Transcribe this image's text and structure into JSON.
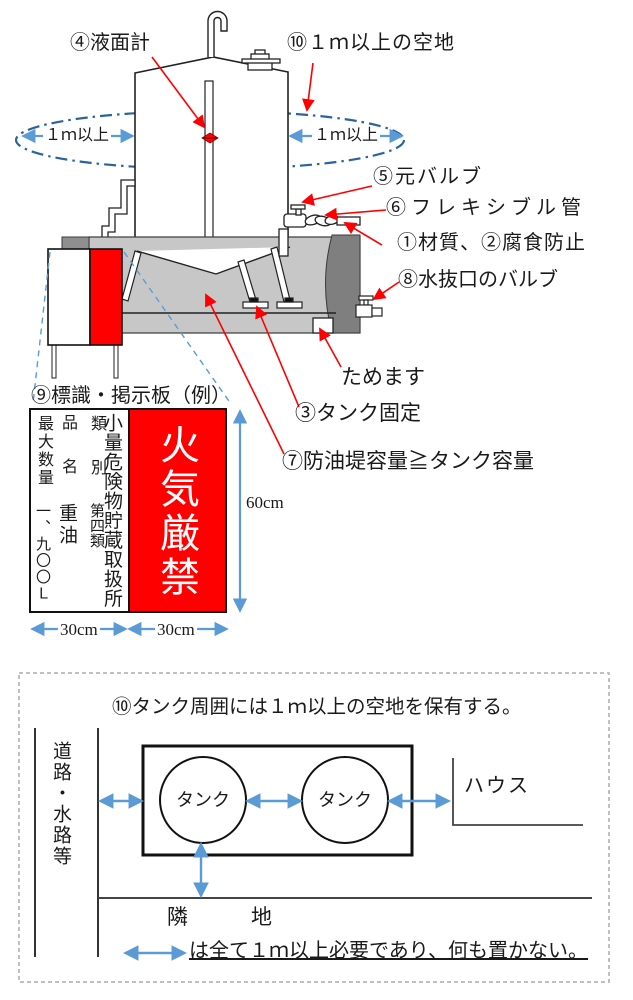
{
  "tank_diagram": {
    "callouts": {
      "gauge": "④液面計",
      "clearance": "⑩１ｍ以上の空地",
      "main_valve": "⑤元バルブ",
      "flexible_pipe": "⑥フレキシブル管",
      "material": "①材質、②腐食防止",
      "drain_valve": "⑧水抜口のバルブ",
      "sump": "ためます",
      "tank_fixing": "③タンク固定",
      "dike": "⑦防油堤容量≧タンク容量"
    },
    "dim_left": "１ｍ以上",
    "dim_right": "１ｍ以上"
  },
  "sign_example": {
    "heading": "⑨標識・掲示板（例）",
    "facility_name": "小量危険物貯蔵取扱所",
    "fields": [
      {
        "label": "類別",
        "value": "第四類"
      },
      {
        "label": "品名",
        "value": "重油"
      },
      {
        "label": "最大数量",
        "value": "一、九〇〇Ｌ"
      }
    ],
    "warning": "火気厳禁",
    "dims": {
      "height": "60cm",
      "left": "30cm",
      "right": "30cm"
    }
  },
  "clearance_diagram": {
    "title": "⑩タンク周囲には１ｍ以上の空地を保有する。",
    "road": "道路・水路等",
    "tank1": "タンク",
    "tank2": "タンク",
    "house": "ハウス",
    "adjacent": "隣　　　地",
    "note": "は全て１ｍ以上必要であり、何も置かない。"
  },
  "colors": {
    "red": "#ff0000",
    "arrow_blue": "#5b9bd5",
    "ellipse_blue": "#2a649c",
    "dike_gray": "#c7c7c7",
    "dike_dark": "#7f7f7f"
  }
}
